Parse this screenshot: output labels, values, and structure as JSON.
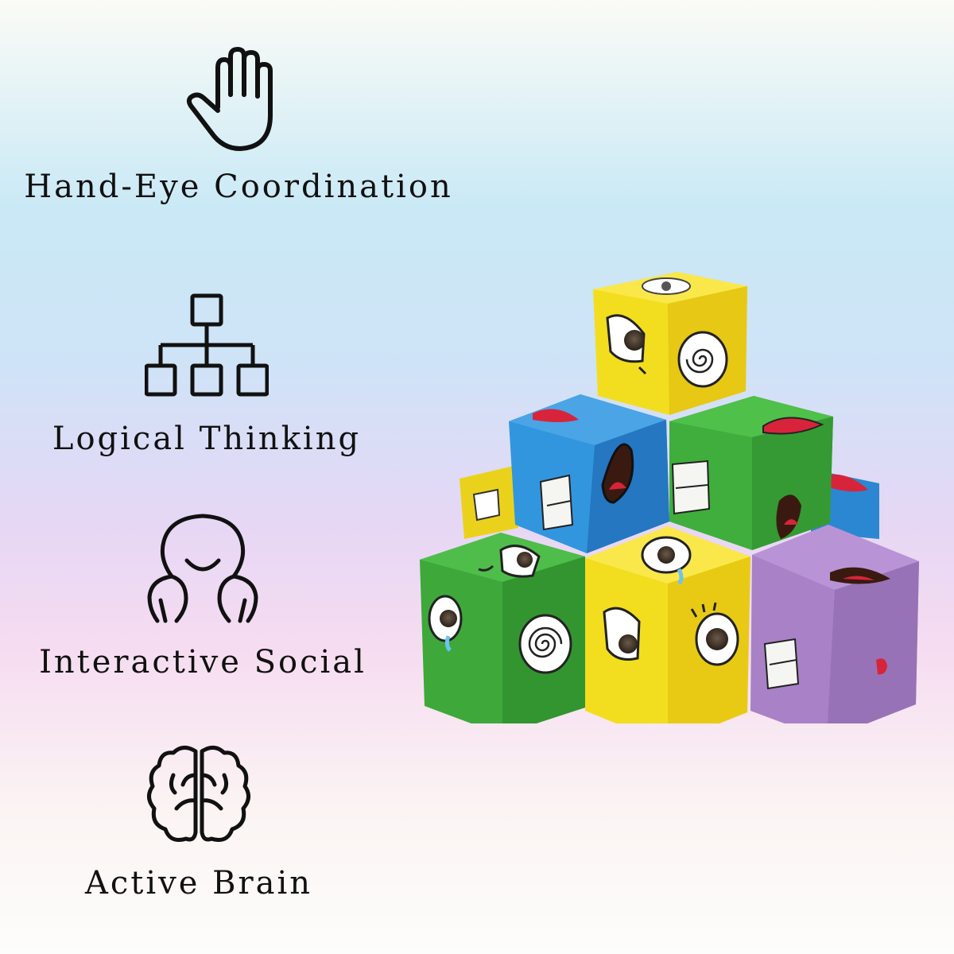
{
  "features": [
    {
      "label": "Hand-Eye Coordination",
      "icon": "hand-icon"
    },
    {
      "label": "Logical Thinking",
      "icon": "hierarchy-icon"
    },
    {
      "label": "Interactive Social",
      "icon": "social-icon"
    },
    {
      "label": "Active Brain",
      "icon": "brain-icon"
    }
  ],
  "colors": {
    "text": "#111111",
    "cube_yellow": "#f2de1e",
    "cube_blue": "#2f8fd8",
    "cube_green": "#3da83a",
    "cube_purple": "#a57fc2"
  },
  "product_image": "stacked-expression-face-cubes"
}
